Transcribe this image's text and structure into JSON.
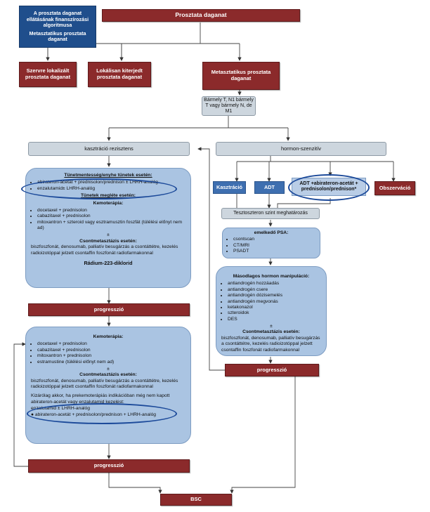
{
  "title_box": {
    "line1": "A prosztata daganat ellátásának finanszírozási algoritmusa",
    "line2": "Metasztatikus prosztata daganat"
  },
  "top": "Prosztata daganat",
  "level2": {
    "left": "Szervre lokalizált prosztata daganat",
    "mid": "Lokálisan kiterjedt prosztata daganat",
    "right": "Metasztatikus prosztata daganat"
  },
  "criteria": "Bármely T, N1 bármely T vagy bármely N, de M1",
  "castration_resistant": "kasztráció rezisztens",
  "hormone_sensitive": "hormon-szenzitív",
  "panel1": {
    "heading1": "Tünetmentesség/enyhe tünetek esetén:",
    "items1": [
      "abirateron-acetát + prednisolon/prednison ± LHRH-analóg",
      "enzalutamid± LHRH-analóg"
    ],
    "heading2": "Tünetek megléte esetén:",
    "heading3": "Kemoterápia:",
    "items3": [
      "docetaxel + prednisolon",
      "cabazitaxel + prednisolon",
      "mitoxantron + szteroid vagy esztramusztin foszfát (túlélési előnyt nem ad)"
    ],
    "pm": "±",
    "heading4": "Csontmetasztázis esetén:",
    "text4": "biszfoszfonát, denosumab, palliatív besugárzás a csontáttétre, kezelés radioizotóppal jelzett csontaffin foszfonát radiofarmakonnal",
    "heading5": "Rádium-223-diklorid"
  },
  "progression": "progresszió",
  "panel2": {
    "heading1": "Kemoterápia:",
    "items1": [
      "docetaxel + prednisolon",
      "cabazitaxel + prednisolon",
      "mitoxantron + prednisolon",
      "estramustine (túlélési előnyt nem ad)"
    ],
    "pm": "±",
    "heading2": "Csontmetasztázis esetén:",
    "text2": "biszfoszfonát, denosumab, palliatív besugárzás a csontáttétre, kezelés radioizotóppal jelzett csontaffin foszfonát radiofarmakonnal",
    "text3": "Kizárólag akkor, ha prekemoterápiás indikációban még nem kapott abirateron-acetát vagy enzalutamid kezelést:",
    "items3": [
      "enzalutamid ± LHRH-analóg",
      "abirateron-acetát + prednisolon/prednison + LHRH-analóg"
    ]
  },
  "hs_options": {
    "kasztracio": "Kasztráció",
    "adt": "ADT",
    "adt_combo": "ADT +abirateron-acetát + prednisolon/prednison*",
    "observacio": "Obszerváció"
  },
  "testosterone": "Tesztoszteron szint meghatározás",
  "psa_panel": {
    "heading": "emelkedő PSA:",
    "items": [
      "csontscan",
      "CT/MRI",
      "PSADT"
    ]
  },
  "secondary_panel": {
    "heading": "Másodlagos hormon manipuláció:",
    "items": [
      "antiandrogén hozzáadás",
      "antiandrogén csere",
      "antiandrogén dózisemelés",
      "antiandrogén megvonás",
      "ketakonazol",
      "szteroidok",
      "DES"
    ],
    "pm": "±",
    "heading2": "Csontmetasztázis esetén:",
    "text2": "biszfoszfonát, denosumab, palliatív besugárzás a csontáttétre, kezelés radioizotóppal jelzett csontaffin foszfonát radiofarmakonnal"
  },
  "bsc": "BSC"
}
